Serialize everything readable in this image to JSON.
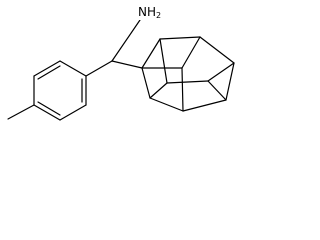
{
  "molecule": {
    "atoms": {
      "amine": {
        "element": "N",
        "hydrogen": "H",
        "hydrogen_count": "2"
      }
    },
    "colors": {
      "bond": "#000000",
      "text": "#000000",
      "background": "#ffffff"
    }
  }
}
